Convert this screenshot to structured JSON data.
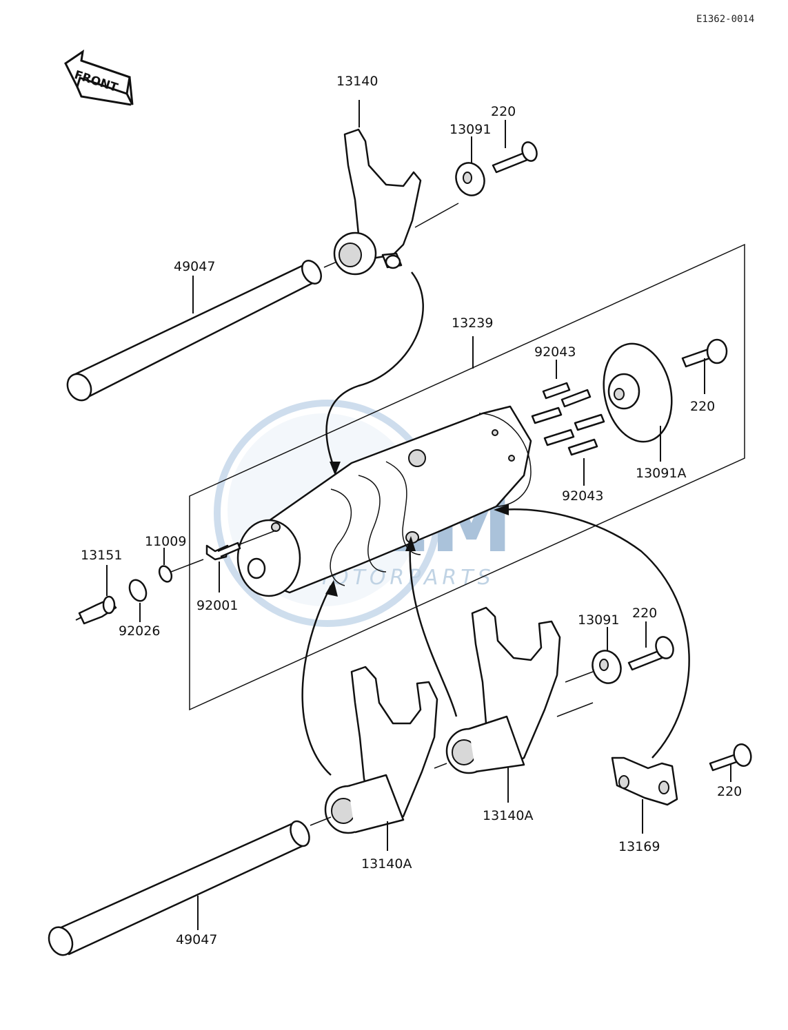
{
  "diagram": {
    "code": "E1362-0014",
    "front_label": "FRONT",
    "watermark": {
      "main": "OEM",
      "sub": "MOTORPARTS"
    },
    "parts": [
      {
        "id": "p13140",
        "number": "13140"
      },
      {
        "id": "p13091_top",
        "number": "13091"
      },
      {
        "id": "p220_top",
        "number": "220"
      },
      {
        "id": "p49047_top",
        "number": "49047"
      },
      {
        "id": "p13239",
        "number": "13239"
      },
      {
        "id": "p92043_top",
        "number": "92043"
      },
      {
        "id": "p220_right",
        "number": "220"
      },
      {
        "id": "p13091A",
        "number": "13091A"
      },
      {
        "id": "p92043_bottom",
        "number": "92043"
      },
      {
        "id": "p13151",
        "number": "13151"
      },
      {
        "id": "p11009",
        "number": "11009"
      },
      {
        "id": "p92001",
        "number": "92001"
      },
      {
        "id": "p92026",
        "number": "92026"
      },
      {
        "id": "p13091_bottom",
        "number": "13091"
      },
      {
        "id": "p220_mid",
        "number": "220"
      },
      {
        "id": "p13140A_right",
        "number": "13140A"
      },
      {
        "id": "p13140A_left",
        "number": "13140A"
      },
      {
        "id": "p13169",
        "number": "13169"
      },
      {
        "id": "p220_bottom",
        "number": "220"
      },
      {
        "id": "p49047_bottom",
        "number": "49047"
      }
    ]
  }
}
